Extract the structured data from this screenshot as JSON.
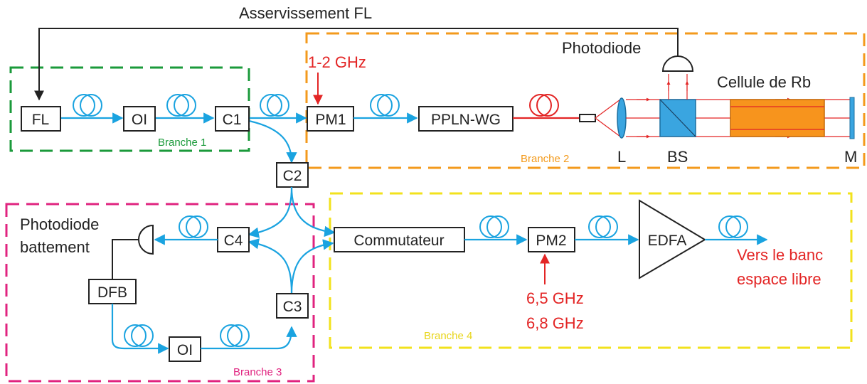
{
  "colors": {
    "fiber": "#1aa3e0",
    "rf": "#e32525",
    "branch1": "#1a9a3a",
    "branch2": "#f39a1c",
    "branch3": "#e0237f",
    "branch4": "#f2e21c",
    "cell": "#f7941d",
    "beamsplitter": "#3aa5e0"
  },
  "feedback_label": "Asservissement FL",
  "photodiode_label": "Photodiode",
  "cell_label": "Cellule de Rb",
  "beat_photodiode_label_line1": "Photodiode",
  "beat_photodiode_label_line2": "battement",
  "rf_pm1": "1-2 GHz",
  "rf_pm2_line1": "6,5 GHz",
  "rf_pm2_line2": "6,8 GHz",
  "output_line1": "Vers le banc",
  "output_line2": "espace libre",
  "components": {
    "fl": "FL",
    "oi1": "OI",
    "c1": "C1",
    "pm1": "PM1",
    "ppln": "PPLN-WG",
    "c2": "C2",
    "c3": "C3",
    "c4": "C4",
    "dfb": "DFB",
    "oi2": "OI",
    "commutateur": "Commutateur",
    "pm2": "PM2",
    "edfa": "EDFA",
    "lens": "L",
    "bs": "BS",
    "mirror": "M"
  },
  "branches": {
    "b1": "Branche 1",
    "b2": "Branche 2",
    "b3": "Branche 3",
    "b4": "Branche 4"
  }
}
